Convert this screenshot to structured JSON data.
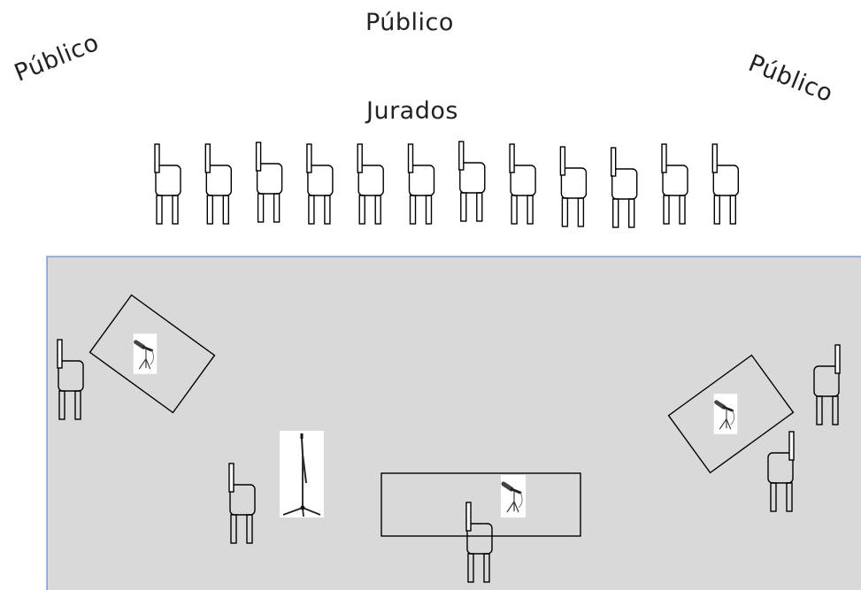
{
  "labels": {
    "audience_top": "Público",
    "audience_left": "Público",
    "audience_right": "Público",
    "judges": "Jurados"
  },
  "judges_row": {
    "chair_count": 12
  },
  "stage": {
    "fill_color": "#d9d9d9",
    "border_color": "#4a76c4"
  },
  "icons": {
    "chair": "chair-icon",
    "desk_microphone": "desk-microphone-icon",
    "floor_microphone": "microphone-stand-icon",
    "table": "table-icon"
  }
}
